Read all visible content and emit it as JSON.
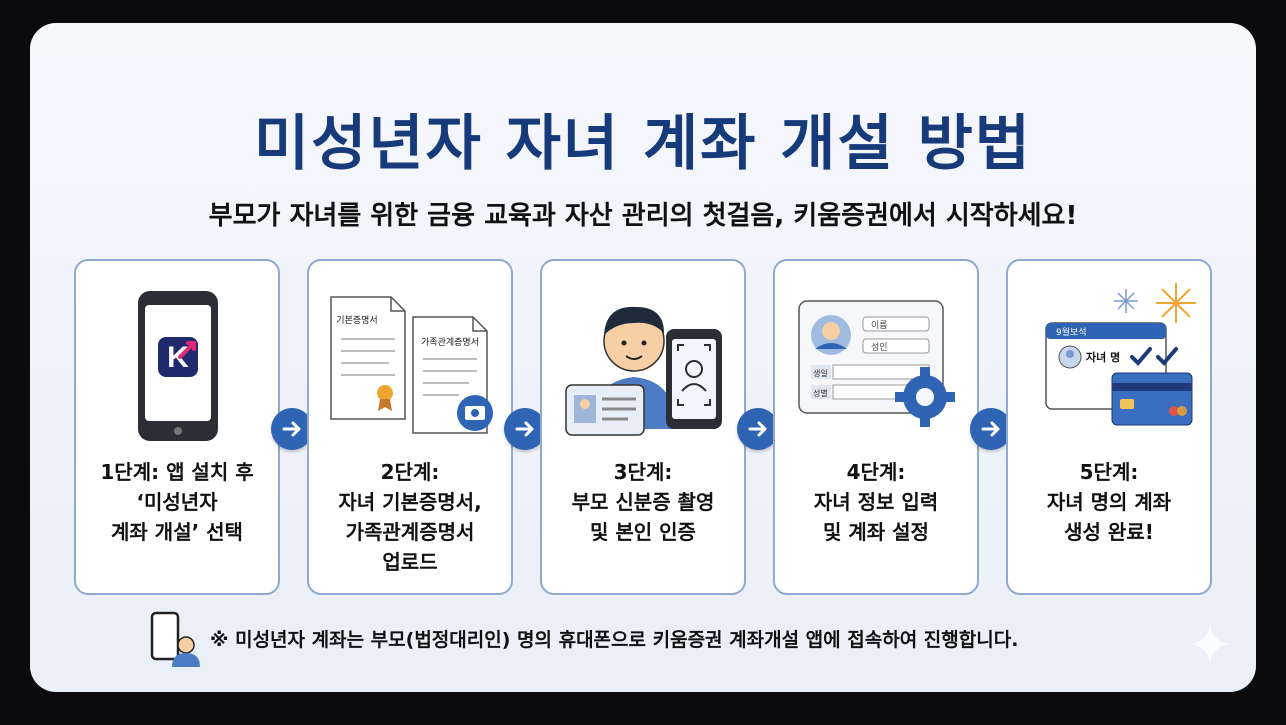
{
  "title": "미성년자 자녀 계좌 개설 방법",
  "subtitle": "부모가 자녀를 위한 금융 교육과 자산 관리의 첫걸음, 키움증권에서 시작하세요!",
  "colors": {
    "title": "#173a7a",
    "accent": "#2f63b4",
    "card_border": "#8fa9cf"
  },
  "steps": [
    {
      "icon": "smartphone-app-icon",
      "app_letter": "K",
      "lines": [
        "1단계: 앱 설치 후",
        "‘미성년자",
        "계좌 개설’ 선택"
      ]
    },
    {
      "icon": "documents-icon",
      "doc1_label": "기본증명서",
      "doc2_label": "가족관계증명서",
      "lines": [
        "2단계:",
        "자녀 기본증명서,",
        "가족관계증명서",
        "업로드"
      ]
    },
    {
      "icon": "id-verification-icon",
      "lines": [
        "3단계:",
        "부모 신분증 촬영",
        "및 본인 인증"
      ]
    },
    {
      "icon": "form-settings-icon",
      "field_name": "이름",
      "field_name2": "성인",
      "field_birth": "생일",
      "field_gender": "성별",
      "lines": [
        "4단계:",
        "자녀 정보 입력",
        "및 계좌 설정"
      ]
    },
    {
      "icon": "calendar-card-celebration-icon",
      "calendar_label": "9월보석",
      "child_label": "자녀 명",
      "lines": [
        "5단계:",
        "자녀 명의 계좌",
        "생성 완료!"
      ]
    }
  ],
  "note": {
    "icon": "phone-parent-icon",
    "text": "※ 미성년자 계좌는 부모(법정대리인) 명의 휴대폰으로 키움증권 계좌개설 앱에 접속하여 진행합니다."
  }
}
